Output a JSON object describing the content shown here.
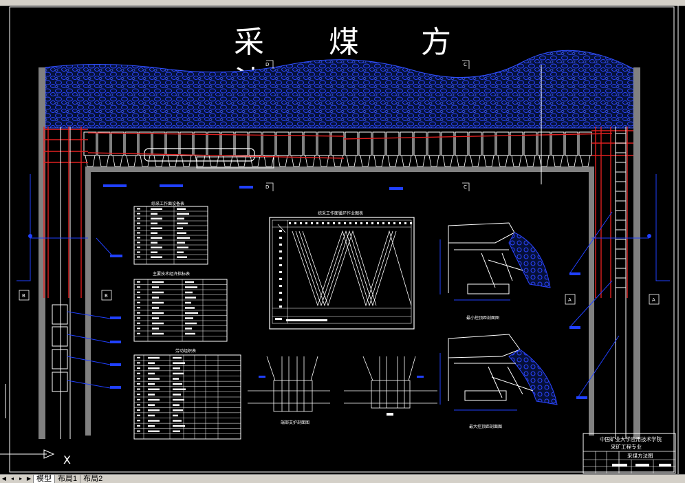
{
  "drawing": {
    "title_chars": [
      "采",
      "煤",
      "方",
      "法",
      "图"
    ],
    "section_markers": [
      "D",
      "C",
      "D",
      "C",
      "B",
      "B",
      "A",
      "A"
    ],
    "axis_label": "X",
    "table1_title": "综采工作面设备表",
    "table2_title": "主要技术经济指标表",
    "table3_title": "劳动组织表",
    "center_table_title": "综采工作面循环作业图表",
    "caption_min_height": "最小控顶距剖面图",
    "caption_max_height": "最大控顶距剖面图",
    "caption_section": "端部支护剖面图"
  },
  "title_block": {
    "university": "中国矿业大学应用技术学院",
    "major": "采矿工程专业",
    "drawing_name": "采煤方法图"
  },
  "tabs": {
    "model": "模型",
    "layout1": "布局1",
    "layout2": "布局2"
  },
  "colors": {
    "background": "#000000",
    "rock": "#1a2fd8",
    "support_red": "#e02020",
    "wall_gray": "#808080",
    "leader_blue": "#2040ff"
  }
}
